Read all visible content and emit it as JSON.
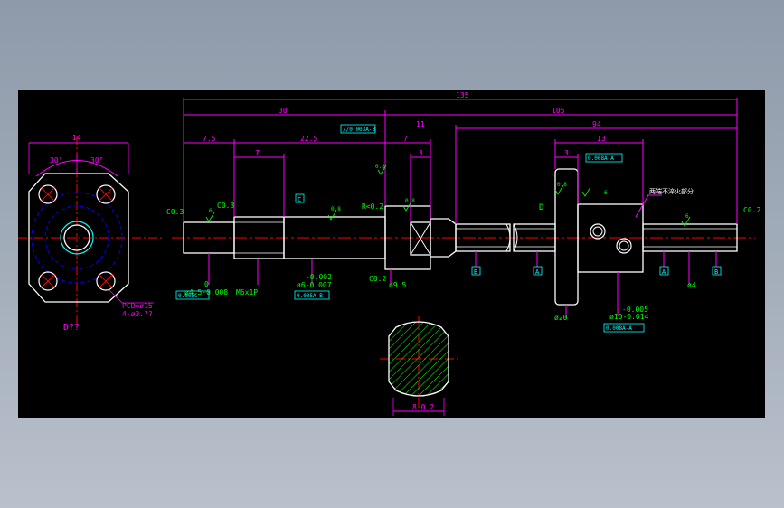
{
  "colors": {
    "background": "#000000",
    "outline": "#ffffff",
    "dimension": "#ff00ff",
    "annotation": "#00ff00",
    "centerline": "#ff0000",
    "datum": "#00ffff",
    "hidden": "#0000ff",
    "hatch": "#00ff00"
  },
  "flange_view": {
    "top_dim": "14",
    "angle_left": "30°",
    "angle_right": "30°",
    "pcd": "PCD=ø15",
    "holes": "4-ø3.??",
    "caption": "D??"
  },
  "dimensions": {
    "overall": "135",
    "left_section": "30",
    "right_section": "105",
    "span_94": "94",
    "d_7_5": "7.5",
    "d_22_5": "22.5",
    "d_7_left": "7",
    "d_7_mid": "7",
    "d_11": "11",
    "d_3_mid": "3",
    "d_13": "13",
    "d_3_right": "3",
    "section_width": "8-0.2"
  },
  "annotations": {
    "c03_left": "C0.3",
    "c03_second": "C0.3",
    "r02": "R<0.2",
    "c02_bottom": "C0.2",
    "c02_right": "C0.2",
    "datum_c": "C",
    "phi_4_5": "ø4.5-0.008",
    "phi_4_5_upper": "0",
    "m6": "M6x1P",
    "phi_6": "ø6-0.007",
    "phi_6_upper": "-0.002",
    "phi_9_5": "ø9.5",
    "phi_20": "ø20",
    "phi_10": "ø10-0.014",
    "phi_10_upper": "-0.005",
    "phi_4": "ø4",
    "view_d": "D",
    "chinese_note": "两端不淬火部分",
    "label_a1": "A",
    "label_b1": "B",
    "label_a2": "A",
    "label_b2": "B"
  },
  "tolerance_frames": {
    "t_top": "//0.003A-B",
    "t_right": "0.008A-A",
    "t_left_bottom": "0.005C",
    "t_mid_bottom": "0.005A-B",
    "t_right_bottom": "0.008A-A"
  },
  "roughness": {
    "r1": "6",
    "r2": "0.8",
    "r3": "0.8",
    "r4": "0.8",
    "r5": "6",
    "r6": "6",
    "r7": "0.8"
  }
}
